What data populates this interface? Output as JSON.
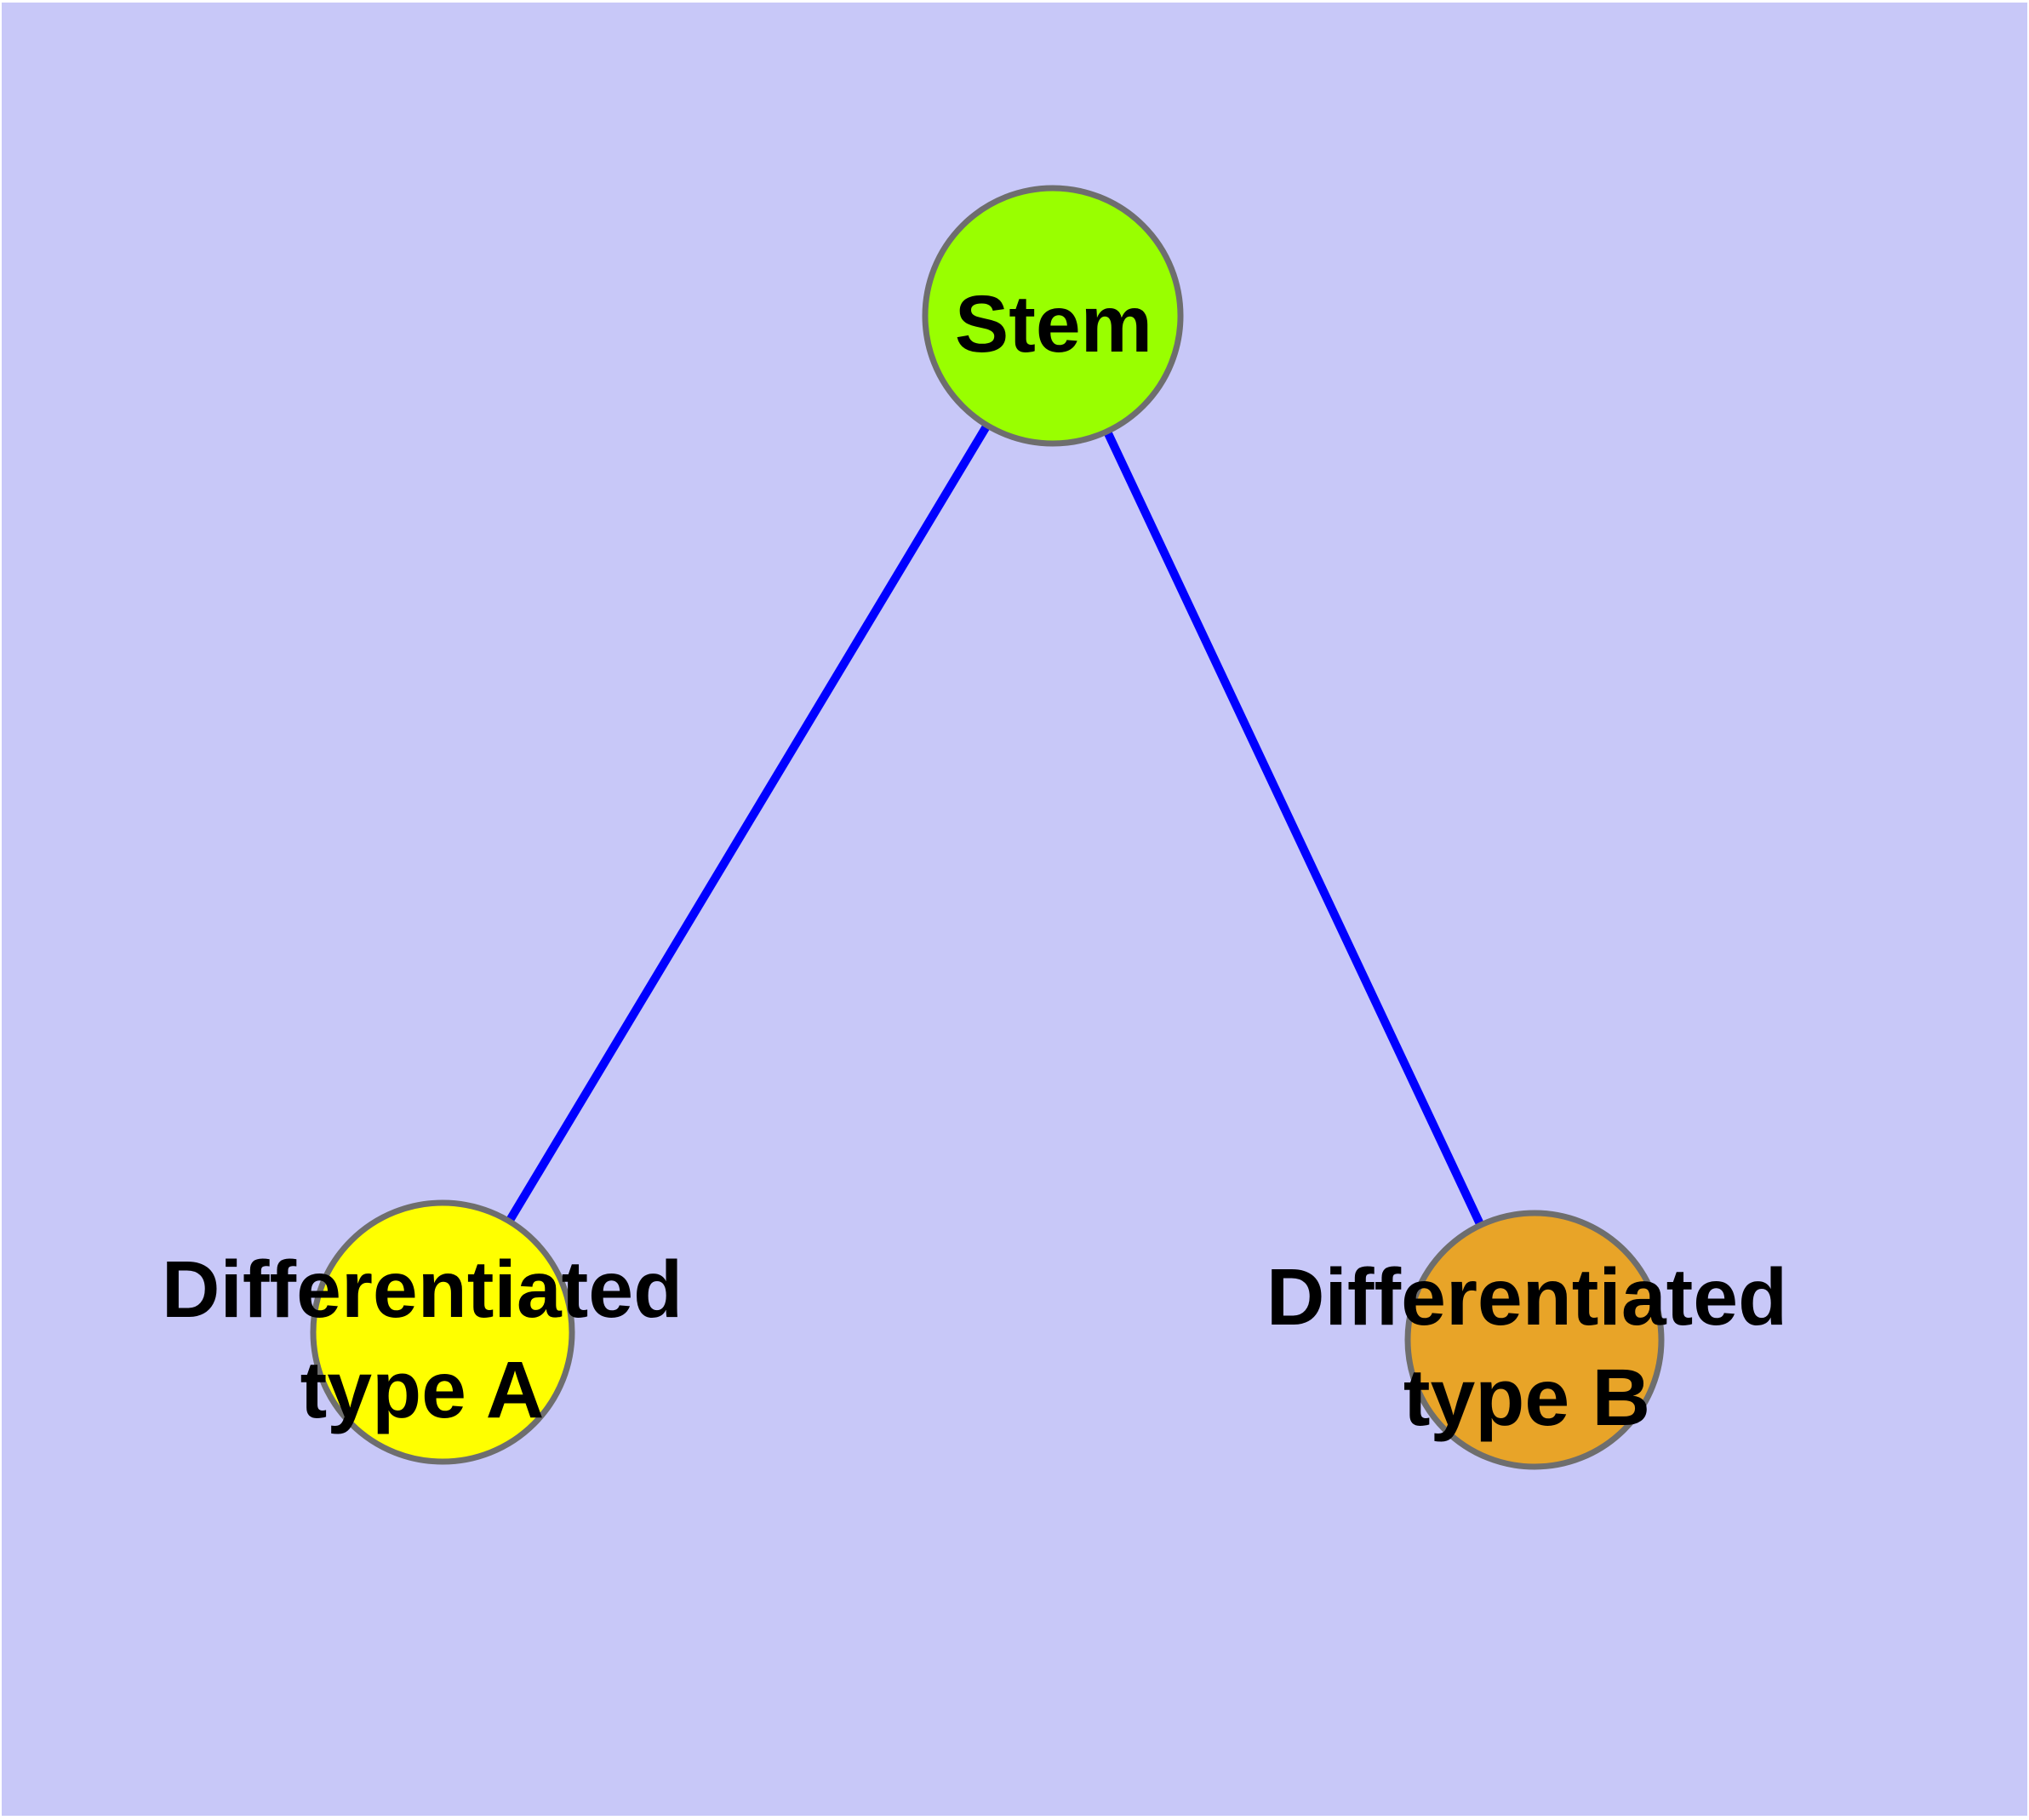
{
  "diagram": {
    "type": "graph",
    "background_color": "#C8C8F8",
    "edge_color": "#0000FF",
    "node_border_color": "#6E6E6E",
    "text_color": "#000000",
    "nodes": [
      {
        "id": "stem",
        "fill": "#99FF00",
        "lines": [
          "Stem"
        ]
      },
      {
        "id": "differentiated-type-a",
        "fill": "#FFFF00",
        "lines": [
          "Differentiated",
          "type A"
        ]
      },
      {
        "id": "differentiated-type-b",
        "fill": "#E8A428",
        "lines": [
          "Differentiated",
          "type B"
        ]
      }
    ],
    "edges": [
      {
        "from": "stem",
        "to": "differentiated-type-a"
      },
      {
        "from": "stem",
        "to": "differentiated-type-b"
      }
    ]
  }
}
